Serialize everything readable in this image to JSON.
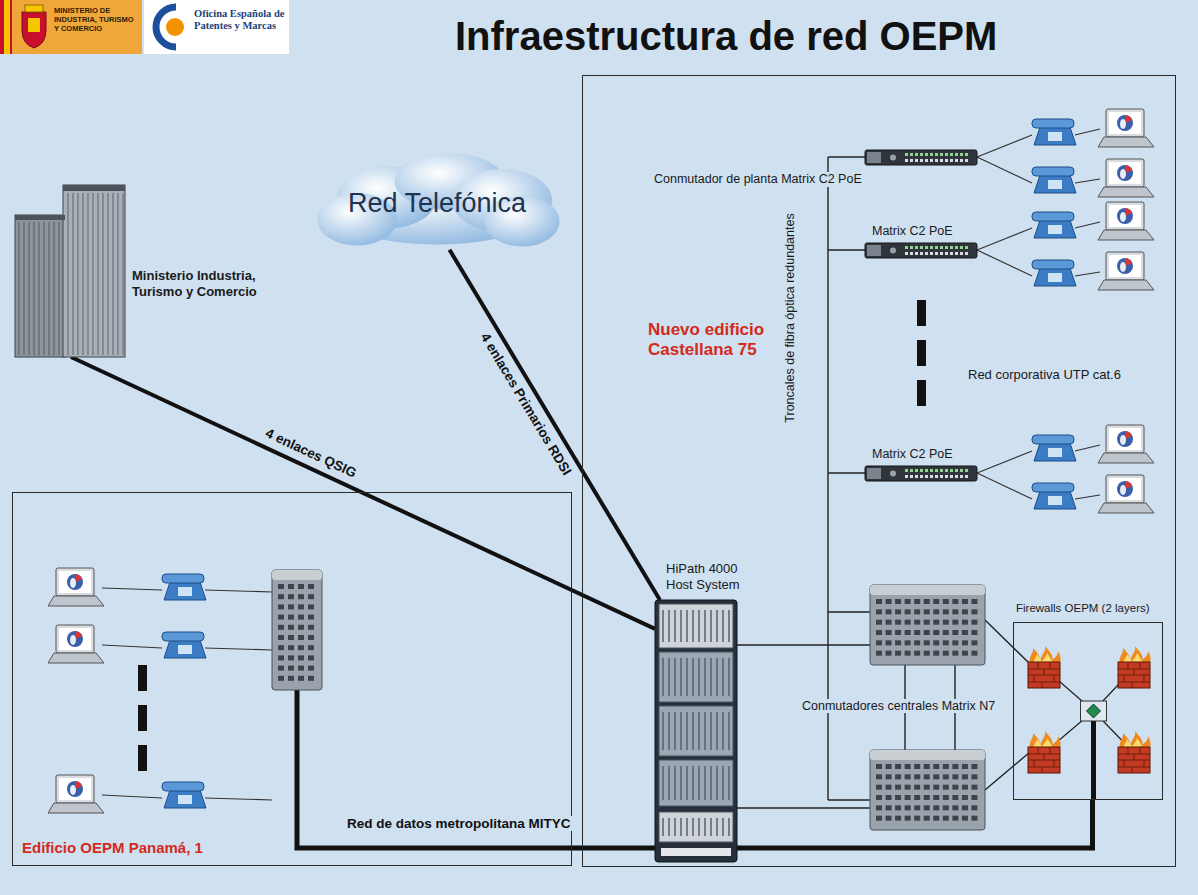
{
  "diagram": {
    "title": "Infraestructura de red OEPM",
    "nodes": [
      {
        "text": [
          "MINISTERIO DE INDUSTRIA, TURISMO Y COMERCIO"
        ]
      },
      {
        "text": [
          "Oficina Española de Patentes y Marcas"
        ]
      },
      {
        "text": [
          "Ministerio Industria, Turismo y Comercio"
        ]
      },
      {
        "text": [
          "Red Telefónica"
        ]
      },
      {
        "text": [
          "Nuevo edificio Castellana 75"
        ]
      },
      {
        "text": [
          "Conmutador de planta Matrix C2 PoE"
        ],
        "in": 4
      },
      {
        "text": [
          "Matrix C2 PoE"
        ],
        "in": 4
      },
      {
        "text": [
          "Matrix C2 PoE"
        ],
        "in": 4
      },
      {
        "text": [
          "HiPath 4000 Host System"
        ],
        "in": 4
      },
      {
        "text": [
          "Firewalls OEPM (2 layers)"
        ],
        "in": 4
      },
      {
        "text": [
          "Edificio OEPM Panamá, 1"
        ]
      }
    ],
    "edges": [
      {
        "from": 2,
        "to": 8,
        "arrow": "none",
        "label": "4 enlaces QSIG"
      },
      {
        "from": 3,
        "to": 8,
        "arrow": "none",
        "label": "4 enlaces Primarios RDSI"
      },
      {
        "from": 10,
        "to": 9,
        "arrow": "none",
        "label": "Red de datos metropolitana MITYC"
      }
    ],
    "labels": [
      "Troncales de fibra óptica redundantes",
      "Red corporativa UTP cat.6",
      "Conmutadores centrales Matrix N7"
    ]
  }
}
